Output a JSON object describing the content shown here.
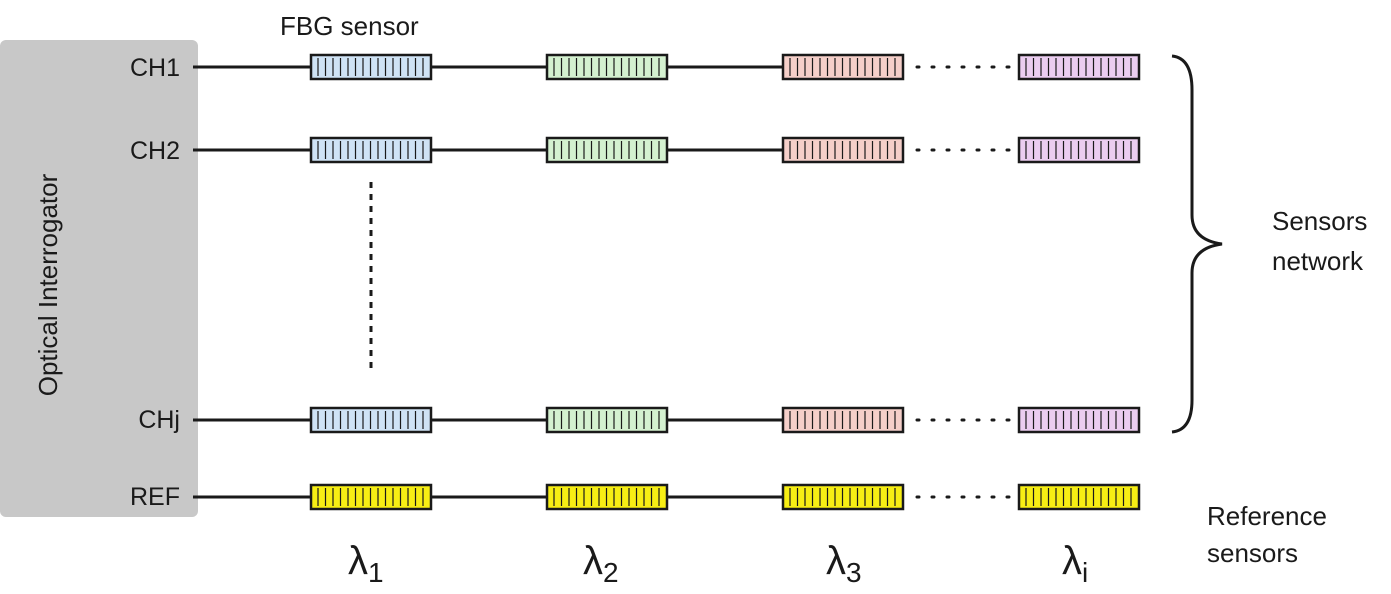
{
  "interrogator": {
    "label": "Optical Interrogator"
  },
  "fbg_label": "FBG sensor",
  "channels": [
    {
      "label": "CH1",
      "type": "sensor"
    },
    {
      "label": "CH2",
      "type": "sensor"
    },
    {
      "label": "CHj",
      "type": "sensor"
    },
    {
      "label": "REF",
      "type": "reference"
    }
  ],
  "wavelengths": [
    {
      "symbol": "λ",
      "sub": "1"
    },
    {
      "symbol": "λ",
      "sub": "2"
    },
    {
      "symbol": "λ",
      "sub": "3"
    },
    {
      "symbol": "λ",
      "sub": "i"
    }
  ],
  "groups": {
    "network_line1": "Sensors",
    "network_line2": "network",
    "reference_line1": "Reference",
    "reference_line2": "sensors"
  },
  "colors": {
    "interrogator_fill": "#c8c8c8",
    "col1": "#cfe3f5",
    "col2": "#d4f1d0",
    "col3": "#f5cfc9",
    "col4": "#ebcdf0",
    "reference": "#f7ee14",
    "stroke": "#1a1a1a"
  }
}
